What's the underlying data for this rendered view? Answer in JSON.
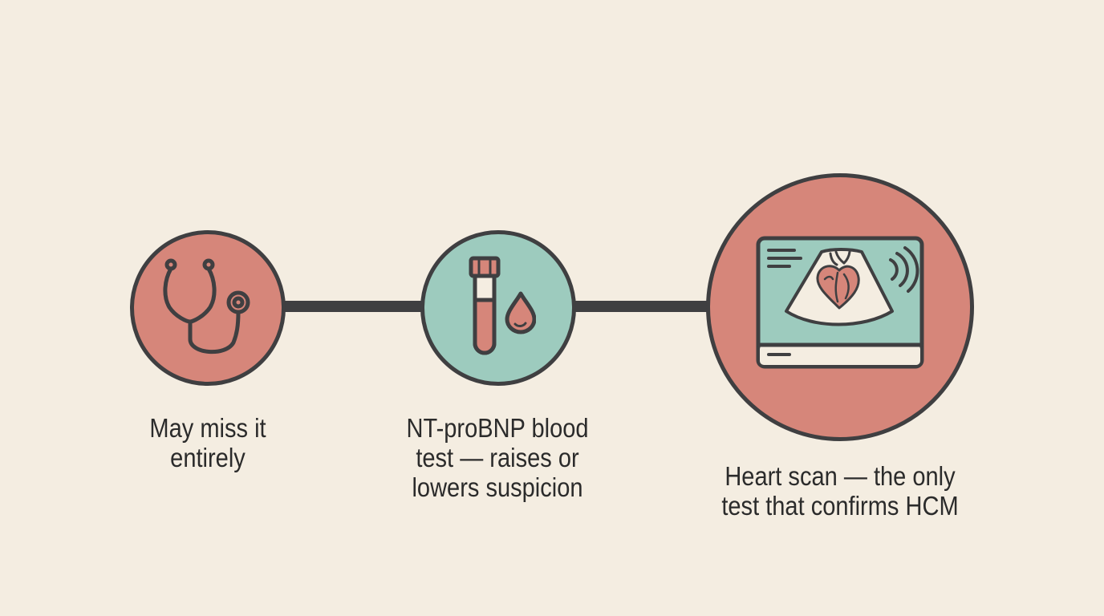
{
  "colors": {
    "background": "#f4ede1",
    "outline": "#3f3f41",
    "rose": "#d6867a",
    "teal": "#9dcbbe",
    "text": "#2b2b2b"
  },
  "steps": [
    {
      "icon": "stethoscope-icon",
      "fill": "#d6867a",
      "caption_lines": [
        "May miss it",
        "entirely"
      ]
    },
    {
      "icon": "blood-test-tube-icon",
      "fill": "#9dcbbe",
      "caption_lines": [
        "NT-proBNP blood",
        "test — raises or",
        "lowers suspicion"
      ]
    },
    {
      "icon": "heart-ultrasound-monitor-icon",
      "fill": "#d6867a",
      "caption_lines": [
        "Heart scan — the only",
        "test that confirms HCM"
      ]
    }
  ]
}
